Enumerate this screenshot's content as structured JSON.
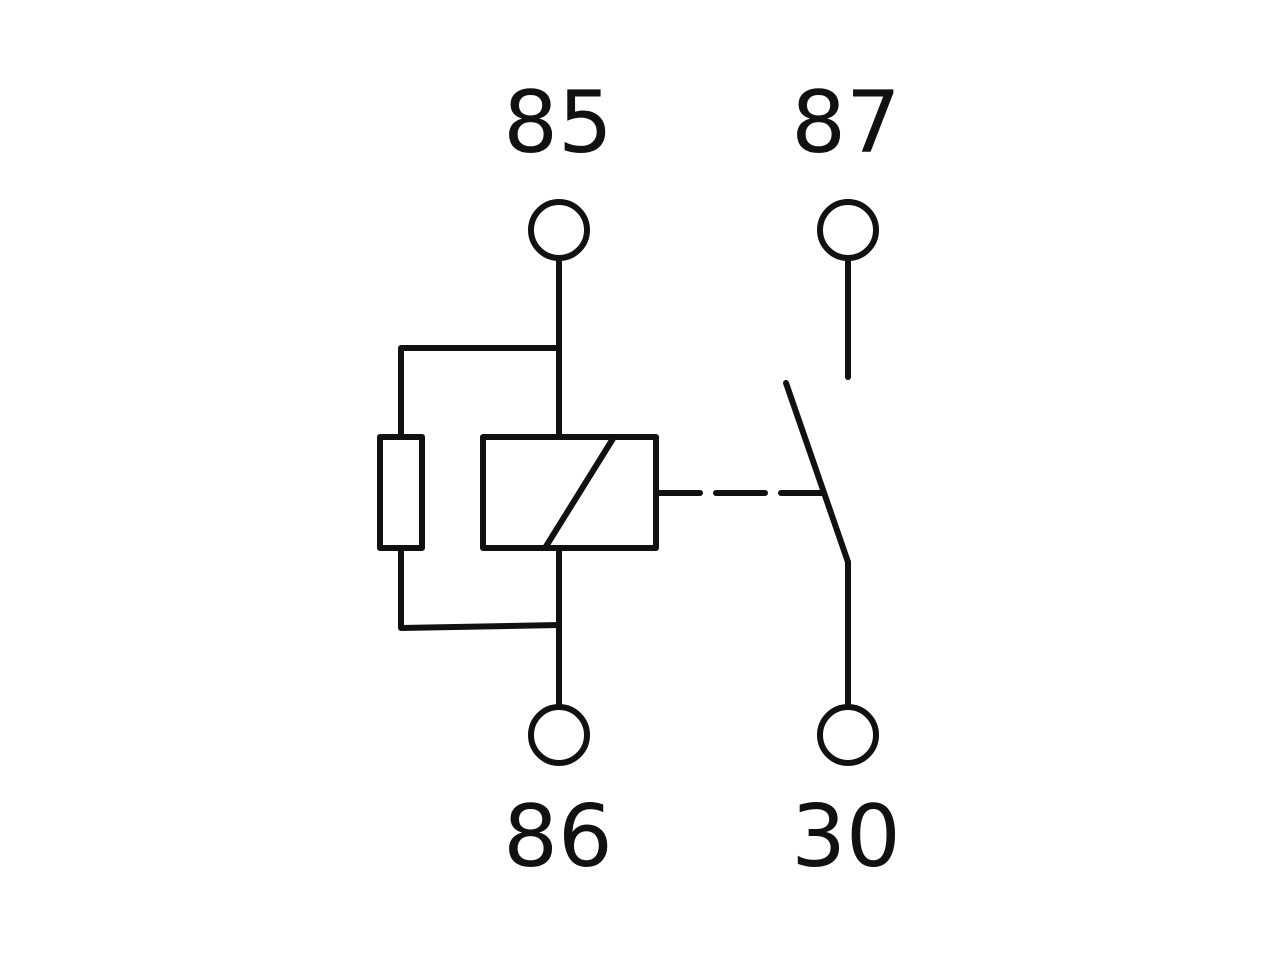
{
  "diagram": {
    "type": "relay-schematic",
    "line_color": "#111111",
    "background_color": "#ffffff",
    "pins": {
      "pin_85": "85",
      "pin_86": "86",
      "pin_87": "87",
      "pin_30": "30"
    }
  }
}
